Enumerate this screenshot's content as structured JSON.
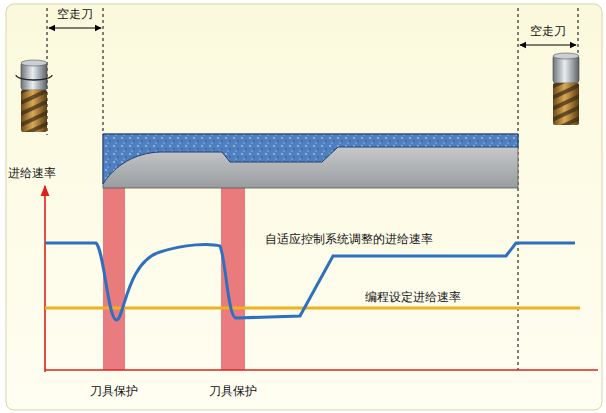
{
  "diagram": {
    "labels": [
      "空走刀",
      "空走刀",
      "进给速率",
      "自适应控制系统调整的进给速率",
      "编程设定进给速率",
      "刀具保护",
      "刀具保护"
    ]
  }
}
